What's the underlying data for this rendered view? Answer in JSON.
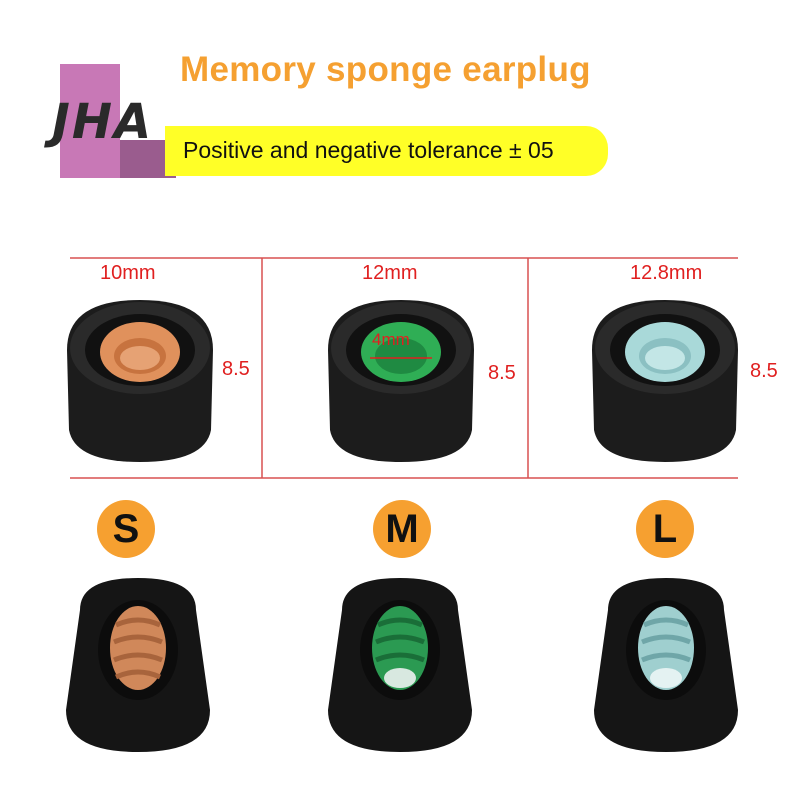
{
  "title": "Memory sponge earplug",
  "tolerance": "Positive and negative tolerance ± 05",
  "logo_text": "JHA",
  "colors": {
    "title": "#f5a031",
    "banner": "#ffff27",
    "dimension": "#e02020",
    "badge": "#f6a030",
    "foam": "#1c1c1c",
    "core_s": "#e0915c",
    "core_m": "#2fae55",
    "core_l": "#a9d9d9"
  },
  "sizes": [
    {
      "width_label": "10mm",
      "height_label": "8.5",
      "size_letter": "S",
      "inner_label": ""
    },
    {
      "width_label": "12mm",
      "height_label": "8.5",
      "size_letter": "M",
      "inner_label": "4mm"
    },
    {
      "width_label": "12.8mm",
      "height_label": "8.5",
      "size_letter": "L",
      "inner_label": ""
    }
  ]
}
